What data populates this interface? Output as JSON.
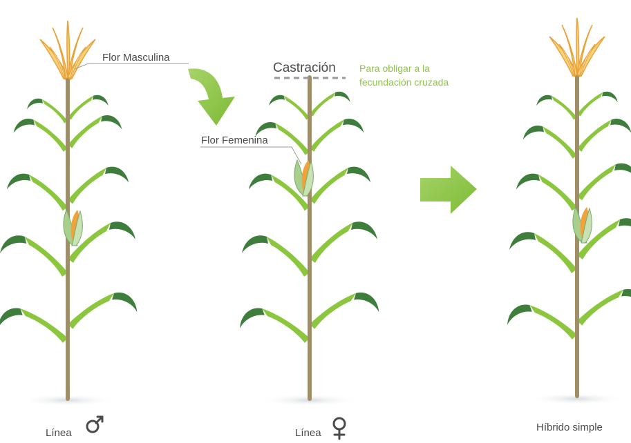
{
  "labels": {
    "male_flower": "Flor Masculina",
    "castration": "Castración",
    "castration_note_line1": "Para obligar a la",
    "castration_note_line2": "fecundación cruzada",
    "female_flower": "Flor Femenina"
  },
  "captions": {
    "left_text": "Línea",
    "center_text": "Línea",
    "right_text": "Híbrido simple"
  },
  "colors": {
    "leaf_light": "#8cc63f",
    "leaf_dark": "#3f7d3c",
    "stem": "#a08f66",
    "tassel_fill": "#f9d27a",
    "tassel_stroke": "#e8a23a",
    "cob": "#f0a23c",
    "husk": "#a9cf8c",
    "arrow": "#8cc63f",
    "note": "#8cc63f",
    "text": "#4a4a4a"
  },
  "icons": {
    "male_symbol": "male-symbol-icon",
    "female_symbol": "female-symbol-icon"
  }
}
